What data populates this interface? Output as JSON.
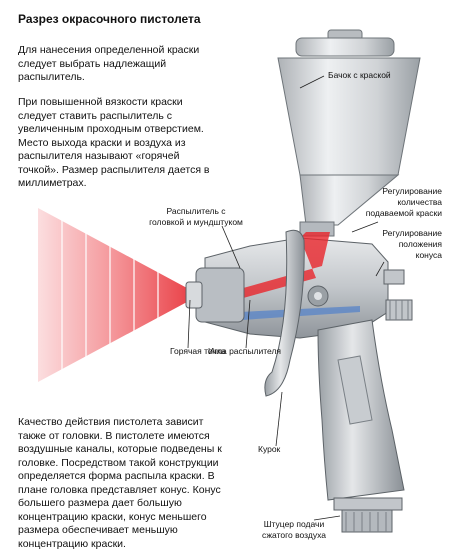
{
  "title": "Разрез окрасочного пистолета",
  "intro": {
    "p1": "Для нанесения определенной краски следует выбрать надлежащий распылитель.",
    "p2": "При повышенной вязкости краски следует ставить распылитель с увеличенным проходным отверстием. Место выхода краски и воздуха из распылителя называют «горячей точкой». Размер распылителя дается в миллиметрах."
  },
  "bottom_text": "Качество действия пистолета зависит также от головки. В пистолете имеются воздушные каналы, которые подведены к головке. Посредством такой конструкции определяется форма распыла краски. В плане головка представляет конус. Конус большего размера дает большую концентрацию краски, конус меньшего размера обеспечивает меньшую концентрацию краски.",
  "labels": {
    "paint_cup": "Бачок с краской",
    "nozzle_head": "Распылитель с головкой и мундштуком",
    "paint_flow": "Регулирование количества подаваемой краски",
    "cone_adjust": "Регулирование положения конуса",
    "hot_spot": "Горячая точка",
    "needle": "Игла распылителя",
    "trigger": "Курок",
    "air_fitting": "Штуцер подачи сжатого воздуха"
  },
  "colors": {
    "spray": "#e8242b",
    "metal": "#c9cdd1",
    "metal_dark": "#8f959b",
    "cup": "#d4d7da"
  },
  "icons": [
    "spray-gun-illustration",
    "spray-cone-illustration"
  ]
}
